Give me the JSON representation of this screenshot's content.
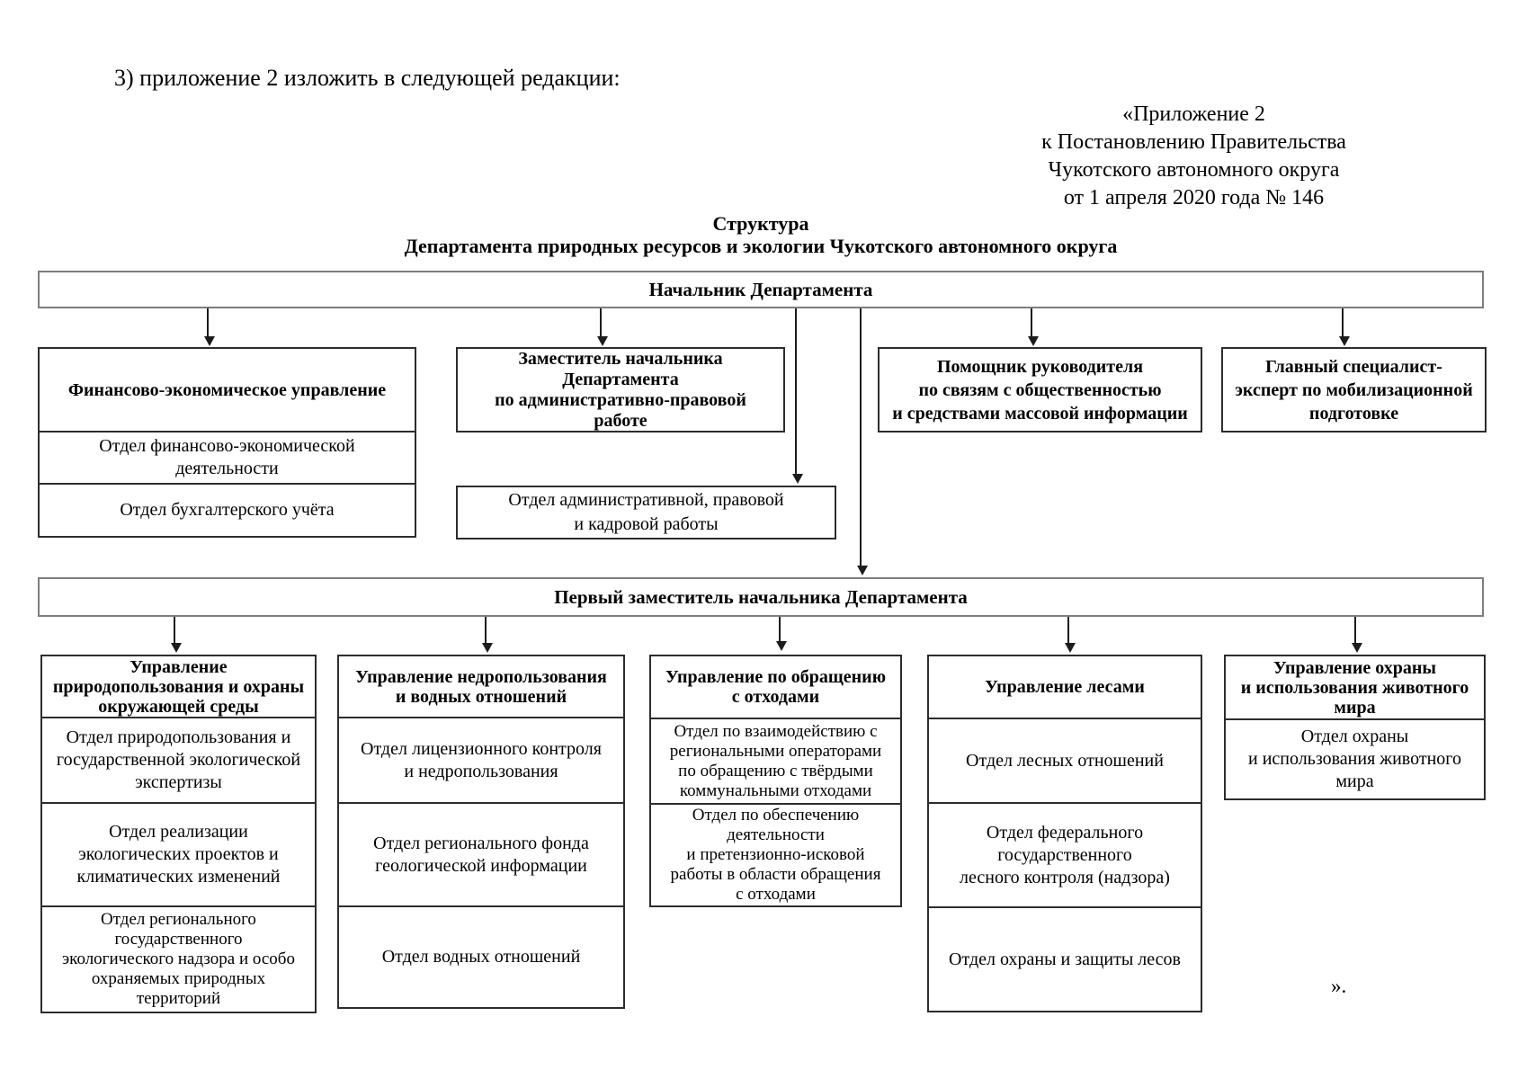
{
  "document": {
    "intro_text": "3) приложение 2 изложить в следующей редакции:",
    "appendix_reference": "«Приложение 2\nк Постановлению Правительства\nЧукотского автономного округа\nот 1 апреля 2020 года № 146",
    "title_line1": "Структура",
    "title_line2": "Департамента природных ресурсов и экологии Чукотского автономного округа",
    "closing_mark": "»."
  },
  "org_chart": {
    "head": "Начальник Департамента",
    "first_deputy": "Первый заместитель начальника Департамента",
    "branches": {
      "finance": {
        "title": "Финансово-экономическое управление",
        "departments": [
          "Отдел финансово-экономической\nдеятельности",
          "Отдел бухгалтерского учёта"
        ]
      },
      "deputy_admin": "Заместитель начальника\nДепартамента\nпо административно-правовой\nработе",
      "admin_department": "Отдел административной, правовой\nи кадровой работы",
      "pr_assistant": "Помощник руководителя\nпо связям с общественностью\nи средствами массовой информации",
      "mobilization_specialist": "Главный специалист-\nэксперт по мобилизационной\nподготовке"
    },
    "units": [
      {
        "title": "Управление\nприродопользования и охраны\nокружающей среды",
        "departments": [
          "Отдел природопользования и\nгосударственной экологической\nэкспертизы",
          "Отдел реализации\nэкологических проектов и\nклиматических изменений",
          "Отдел регионального\nгосударственного\nэкологического надзора и особо\nохраняемых природных\nтерриторий"
        ]
      },
      {
        "title": "Управление недропользования\nи водных отношений",
        "departments": [
          "Отдел лицензионного контроля\nи недропользования",
          "Отдел регионального фонда\nгеологической информации",
          "Отдел водных отношений"
        ]
      },
      {
        "title": "Управление по обращению\nс отходами",
        "departments": [
          "Отдел по взаимодействию с\nрегиональными операторами\nпо обращению с твёрдыми\nкоммунальными отходами",
          "Отдел по обеспечению\nдеятельности\nи претензионно-исковой\nработы в области обращения\nс отходами"
        ]
      },
      {
        "title": "Управление лесами",
        "departments": [
          "Отдел лесных отношений",
          "Отдел федерального\nгосударственного\nлесного контроля (надзора)",
          "Отдел охраны и защиты лесов"
        ]
      },
      {
        "title": "Управление охраны\nи использования животного\nмира",
        "departments": [
          "Отдел охраны\nи использования животного\nмира"
        ]
      }
    ]
  }
}
